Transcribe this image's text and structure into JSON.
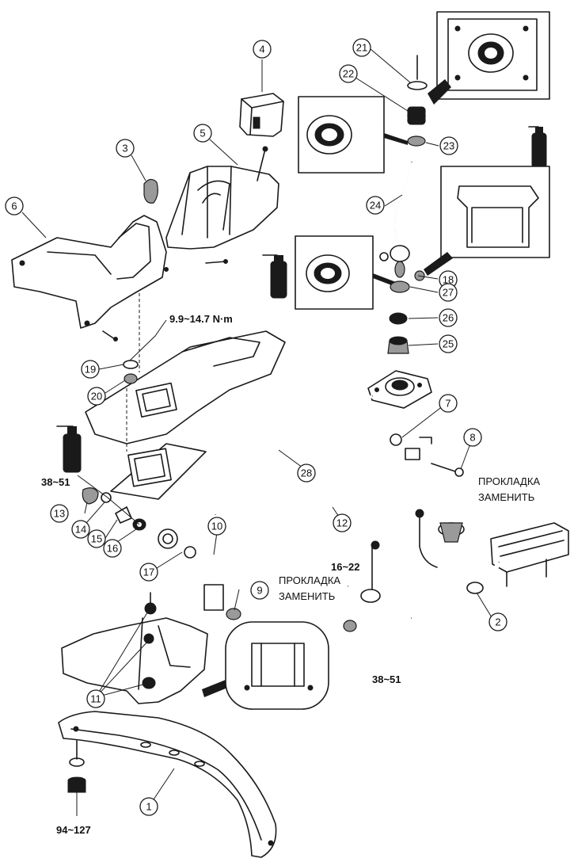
{
  "callouts": {
    "c1": "1",
    "c2": "2",
    "c3": "3",
    "c4": "4",
    "c5": "5",
    "c6": "6",
    "c7": "7",
    "c8": "8",
    "c9": "9",
    "c10": "10",
    "c11": "11",
    "c12": "12",
    "c13": "13",
    "c14": "14",
    "c15": "15",
    "c16": "16",
    "c17": "17",
    "c18": "18",
    "c19": "19",
    "c20": "20",
    "c21": "21",
    "c22": "22",
    "c23": "23",
    "c24": "24",
    "c25": "25",
    "c26": "26",
    "c27": "27",
    "c28": "28"
  },
  "torques": {
    "t_9_9": "9.9~14.7 N·m",
    "t_38_51_left": "38~51",
    "t_16_22": "16~22",
    "t_38_51_right": "38~51",
    "t_94_127": "94~127"
  },
  "notes": {
    "gasket_top_line1": "ПРОКЛАДКА",
    "gasket_top_line2": "ЗАМЕНИТЬ",
    "gasket_mid_line1": "ПРОКЛАДКА",
    "gasket_mid_line2": "ЗАМЕНИТЬ"
  }
}
